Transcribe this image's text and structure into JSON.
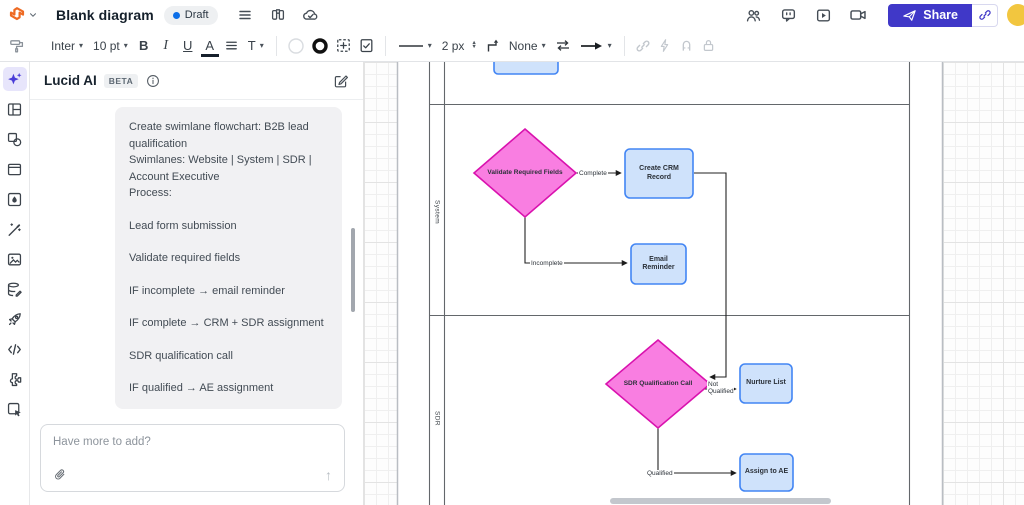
{
  "header": {
    "title": "Blank diagram",
    "draft_badge": "Draft",
    "share_label": "Share"
  },
  "toolbar": {
    "font_family": "Inter",
    "font_size": "10 pt",
    "bold": "B",
    "italic": "I",
    "underline": "U",
    "text_color": "A",
    "text_style": "T",
    "line_width": "2 px",
    "line_endpoint": "None"
  },
  "ai_panel": {
    "title": "Lucid AI",
    "beta_badge": "BETA",
    "messages": [
      "Create swimlane flowchart: B2B lead qualification",
      "Swimlanes: Website | System | SDR | Account Executive",
      "Process:",
      "Lead form submission",
      "Validate required fields",
      "IF incomplete → email reminder",
      "IF complete → CRM + SDR assignment",
      "SDR qualification call",
      "IF qualified → AE assignment"
    ],
    "input_placeholder": "Have more to add?"
  },
  "canvas": {
    "lanes": [
      "System",
      "SDR"
    ],
    "nodes": [
      {
        "id": "lead-form-submission",
        "type": "process",
        "label": ""
      },
      {
        "id": "validate-required-fields",
        "type": "decision",
        "label": "Validate Required Fields"
      },
      {
        "id": "create-crm-record",
        "type": "process",
        "label": "Create CRM Record"
      },
      {
        "id": "email-reminder",
        "type": "process",
        "label": "Email Reminder"
      },
      {
        "id": "sdr-qualification-call",
        "type": "decision",
        "label": "SDR Qualification Call"
      },
      {
        "id": "nurture-list",
        "type": "process",
        "label": "Nurture List"
      },
      {
        "id": "assign-to-ae",
        "type": "process",
        "label": "Assign to AE"
      }
    ],
    "edge_labels": {
      "complete": "Complete",
      "incomplete": "Incomplete",
      "not_qualified": "Not Qualified",
      "qualified": "Qualified"
    },
    "colors": {
      "decision_fill": "#F97EE1",
      "decision_stroke": "#D912AE",
      "process_fill": "#CFE2FB",
      "process_stroke": "#4285F4"
    }
  },
  "colors": {
    "share_button": "#4038C8",
    "active_tool": "#4A3DD8",
    "draft_dot": "#0D6FE8",
    "avatar": "#F2C63F",
    "logo_orange": "#EE6A23"
  },
  "icons": [
    "lucid-logo",
    "chevron-down",
    "menu",
    "find",
    "cloud-check",
    "collaborators",
    "comments",
    "present",
    "video",
    "paper-plane",
    "copy-link",
    "format-painter",
    "align",
    "fill-color",
    "stroke-color",
    "grid-settings",
    "notes",
    "line-style",
    "line-shape",
    "swap-line",
    "arrowhead",
    "hyperlink",
    "actions",
    "magnetize",
    "lock",
    "ai-sparkles",
    "layout-panels",
    "shapes",
    "frame",
    "style-droplet",
    "magic-wand",
    "image",
    "data",
    "rocket",
    "code",
    "integrations",
    "slides-cursor",
    "info",
    "compose",
    "attachment",
    "send-arrow"
  ]
}
